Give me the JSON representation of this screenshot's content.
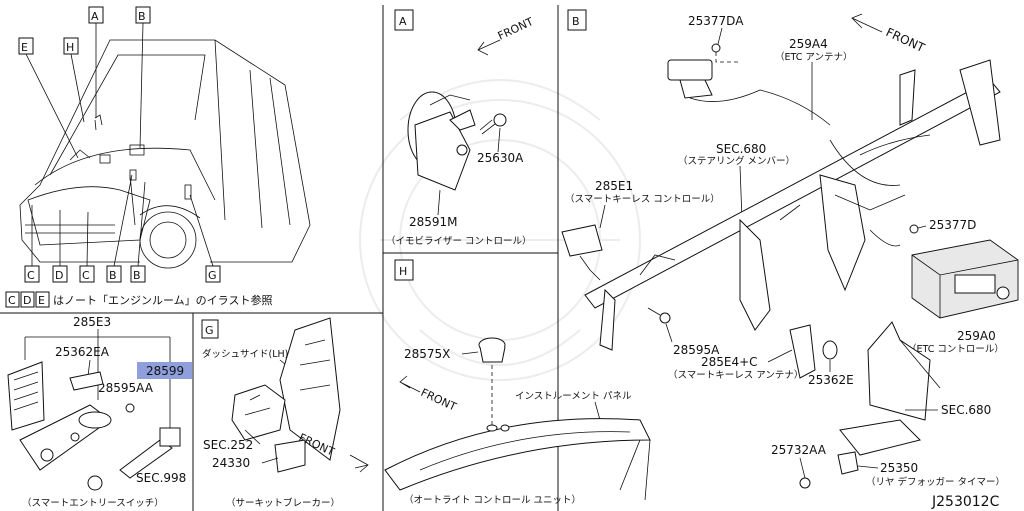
{
  "panels": {
    "main_callouts": [
      "A",
      "B",
      "E",
      "H",
      "C",
      "D",
      "C",
      "B",
      "B",
      "G"
    ],
    "legend": {
      "boxes": [
        "C",
        "D",
        "E"
      ],
      "text": "はノート「エンジンルーム」のイラスト参照"
    },
    "A": {
      "letter": "A",
      "front": "FRONT",
      "parts": {
        "immo": "28591M",
        "bolt": "25630A"
      },
      "caption": "（イモビライザー コントロール）"
    },
    "B": {
      "letter": "B",
      "front": "FRONT",
      "parts": {
        "p25377DA": "25377DA",
        "p259A4": "259A4",
        "p259A4_sub": "（ETC アンテナ）",
        "sec680": "SEC.680",
        "sec680_sub": "（ステアリング メンバー）",
        "p285E1": "285E1",
        "p285E1_sub": "（スマートキーレス コントロール）",
        "p25377D": "25377D",
        "p259A0": "259A0",
        "p259A0_sub": "（ETC コントロール）",
        "p28595A": "28595A",
        "p285E4": "285E4+C",
        "p25362E": "25362E",
        "antenna_sub": "（スマートキーレス アンテナ）",
        "sec680b": "SEC.680",
        "p25732AA": "25732AA",
        "p25350": "25350",
        "p25350_sub": "（リヤ デフォッガー タイマー）"
      }
    },
    "H": {
      "letter": "H",
      "front": "FRONT",
      "parts": {
        "p28575X": "28575X",
        "panel": "インストルーメント パネル"
      },
      "caption": "（オートライト コントロール ユニット）"
    },
    "G": {
      "letter": "G",
      "front": "FRONT",
      "parts": {
        "dash": "ダッシュサイド(LH)",
        "sec252": "SEC.252",
        "p24330": "24330"
      },
      "caption": "（サーキットブレーカー）"
    },
    "key": {
      "parts": {
        "p285E3": "285E3",
        "p25362EA": "25362EA",
        "p28599": "28599",
        "p28595AA": "28595AA",
        "sec998": "SEC.998"
      },
      "caption": "（スマートエントリースイッチ）"
    },
    "footer_code": "J253012C"
  },
  "colors": {
    "highlight": "#8f9fdc"
  }
}
